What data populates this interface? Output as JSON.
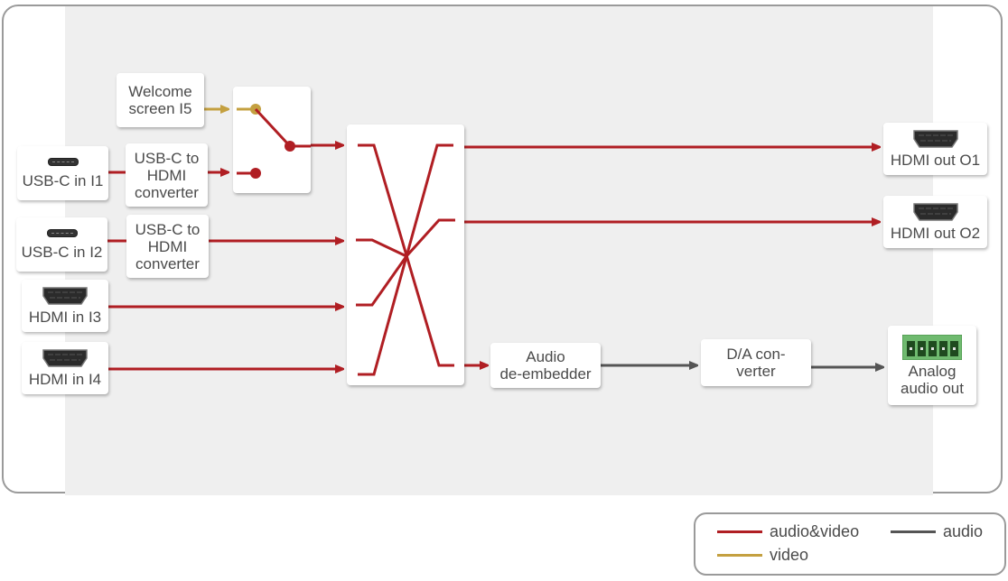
{
  "colors": {
    "audio_video": "#b01e23",
    "video": "#c4a040",
    "audio": "#555555",
    "background": "#efefef"
  },
  "inputs": [
    {
      "label": "USB-C in I1",
      "icon": "usb-c-port-icon"
    },
    {
      "label": "USB-C in I2",
      "icon": "usb-c-port-icon"
    },
    {
      "label": "HDMI in I3",
      "icon": "hdmi-port-icon"
    },
    {
      "label": "HDMI in I4",
      "icon": "hdmi-port-icon"
    }
  ],
  "welcome": {
    "label": "Welcome\nscreen I5"
  },
  "converters": [
    {
      "label": "USB-C to\nHDMI\nconverter"
    },
    {
      "label": "USB-C to\nHDMI\nconverter"
    }
  ],
  "outputs": [
    {
      "label": "HDMI out O1",
      "icon": "hdmi-port-icon"
    },
    {
      "label": "HDMI out O2",
      "icon": "hdmi-port-icon"
    }
  ],
  "audio_chain": {
    "deembedder": "Audio\nde-embedder",
    "dac": "D/A con-\nverter",
    "analog_out": "Analog\naudio out",
    "analog_icon": "terminal-block-icon"
  },
  "legend": {
    "audio_video": "audio&video",
    "audio": "audio",
    "video": "video"
  }
}
